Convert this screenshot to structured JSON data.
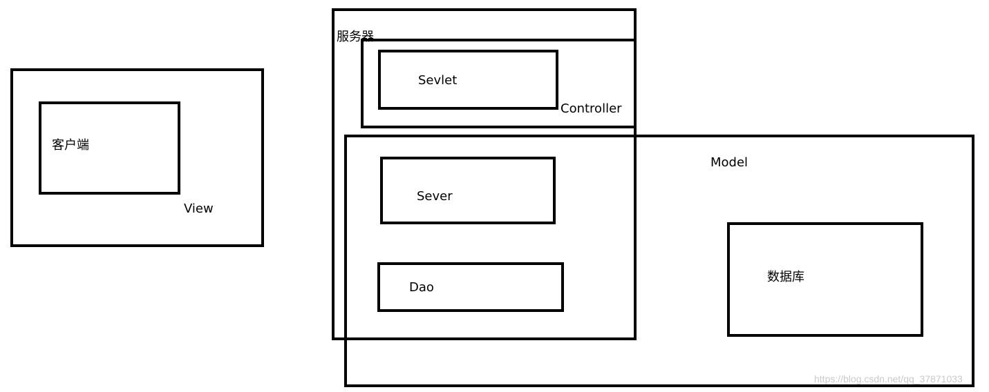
{
  "diagram": {
    "view_group": {
      "label": "View",
      "client": {
        "label": "客户端"
      }
    },
    "server_group": {
      "label": "服务器",
      "controller_group": {
        "label": "Controller",
        "servlet": {
          "label": "Sevlet"
        }
      }
    },
    "model_group": {
      "label": "Model",
      "service": {
        "label": "Sever"
      },
      "dao": {
        "label": "Dao"
      },
      "database": {
        "label": "数据库"
      }
    }
  },
  "watermark": "https://blog.csdn.net/qq_37871033",
  "colors": {
    "stroke": "#000000",
    "background": "#ffffff",
    "watermark": "#c9c9c9"
  }
}
